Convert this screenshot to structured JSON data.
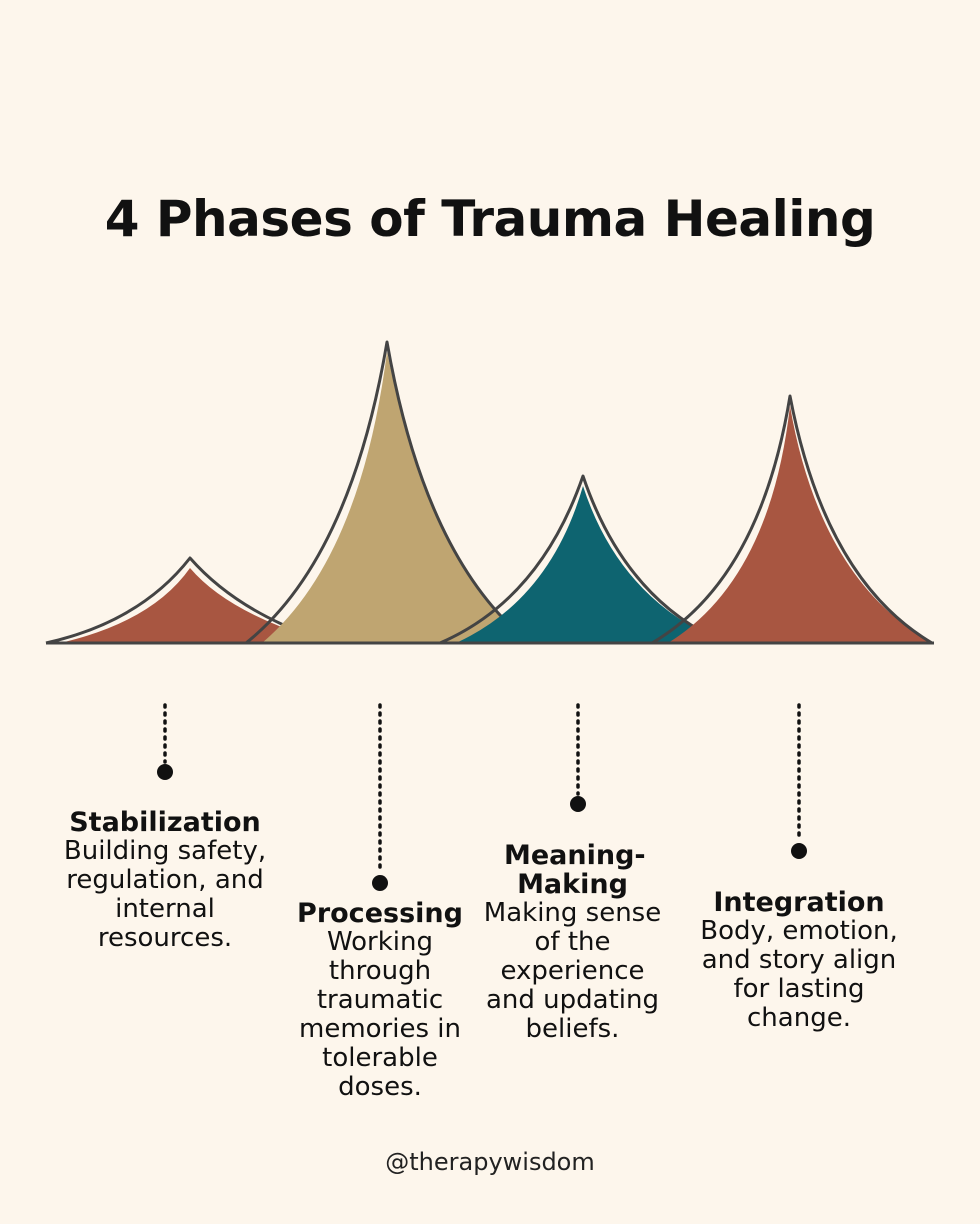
{
  "title": "4 Phases of Trauma Healing",
  "colors": {
    "background": "#fdf6ec",
    "rust": "#a85641",
    "tan": "#bfa571",
    "teal": "#0e6470",
    "outline": "#444444"
  },
  "phases": [
    {
      "name": "Stabilization",
      "description": "Building safety, regulation, and internal resources."
    },
    {
      "name": "Processing",
      "description": "Working through traumatic memories in tolerable doses."
    },
    {
      "name": "Meaning-Making",
      "description": "Making sense of the experience and updating beliefs."
    },
    {
      "name": "Integration",
      "description": "Body, emotion, and story align for lasting change."
    }
  ],
  "handle": "@therapywisdom"
}
